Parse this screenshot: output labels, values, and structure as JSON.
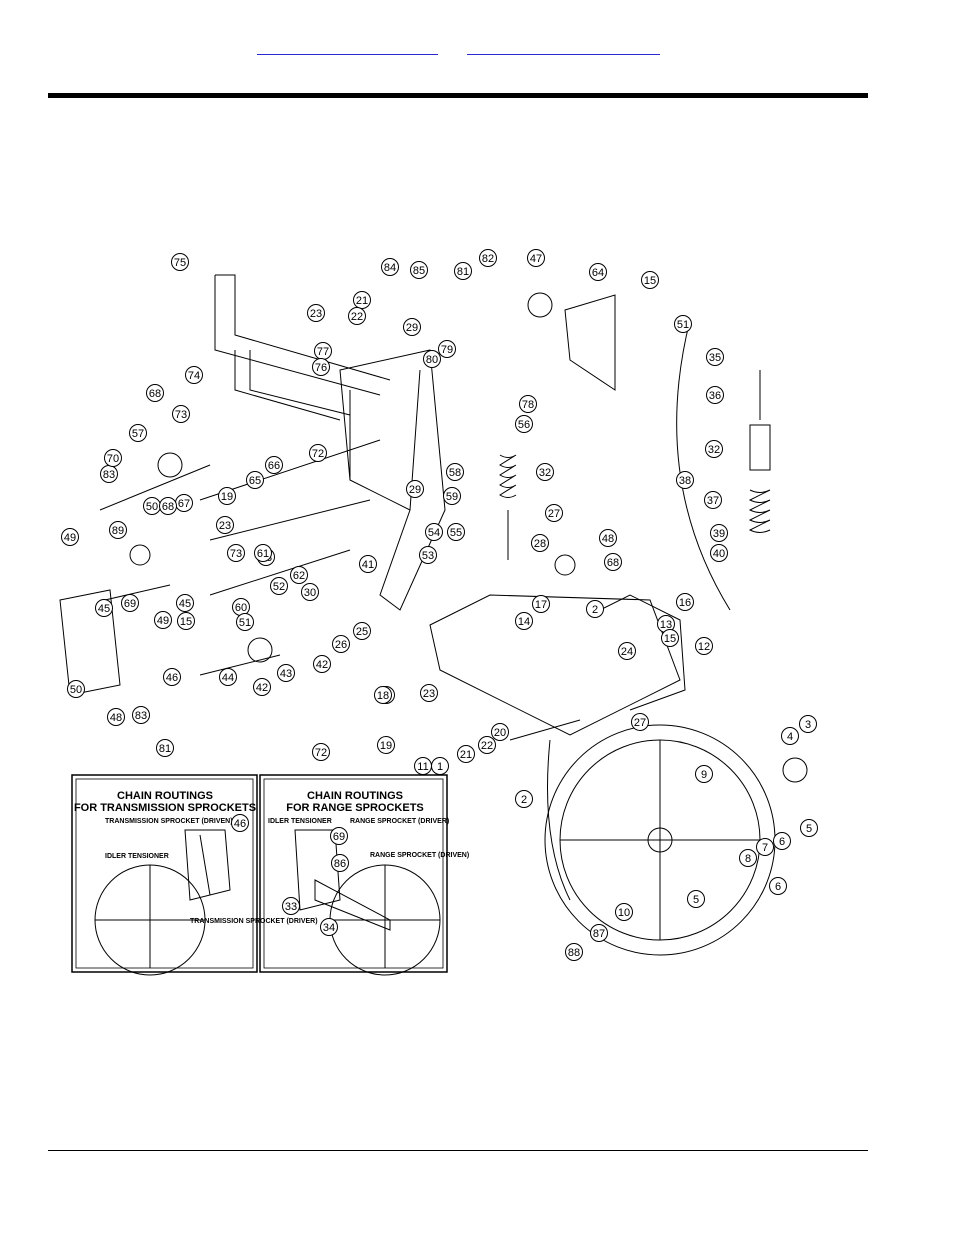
{
  "nav": {
    "link1": "",
    "link2": ""
  },
  "insets": {
    "transmission": {
      "title_line1": "CHAIN ROUTINGS",
      "title_line2": "FOR TRANSMISSION SPROCKETS",
      "label_driven": "TRANSMISSION SPROCKET (DRIVEN)",
      "label_idler": "IDLER TENSIONER",
      "label_driver": "TRANSMISSION SPROCKET (DRIVER)"
    },
    "range": {
      "title_line1": "CHAIN ROUTINGS",
      "title_line2": "FOR RANGE SPROCKETS",
      "label_idler": "IDLER TENSIONER",
      "label_driver": "RANGE SPROCKET (DRIVER)",
      "label_driven": "RANGE SPROCKET (DRIVEN)"
    }
  },
  "callouts": [
    "75",
    "84",
    "85",
    "82",
    "81",
    "47",
    "64",
    "15",
    "51",
    "21",
    "22",
    "23",
    "29",
    "77",
    "76",
    "80",
    "79",
    "74",
    "68",
    "73",
    "78",
    "56",
    "57",
    "83",
    "70",
    "50",
    "72",
    "66",
    "65",
    "19",
    "23",
    "67",
    "68",
    "58",
    "59",
    "32",
    "29",
    "54",
    "55",
    "49",
    "89",
    "69",
    "45",
    "63",
    "73",
    "61",
    "62",
    "60",
    "41",
    "53",
    "30",
    "27",
    "28",
    "86",
    "48",
    "68",
    "45",
    "49",
    "15",
    "52",
    "51",
    "50",
    "48",
    "83",
    "46",
    "44",
    "42",
    "43",
    "42",
    "26",
    "25",
    "17",
    "14",
    "2",
    "16",
    "13",
    "15",
    "12",
    "24",
    "27",
    "23",
    "18",
    "19",
    "20",
    "22",
    "21",
    "11",
    "1",
    "2",
    "3",
    "4",
    "5",
    "6",
    "7",
    "8",
    "9",
    "6",
    "5",
    "10",
    "87",
    "88",
    "81",
    "72",
    "46",
    "69",
    "86",
    "33",
    "34",
    "35",
    "36",
    "32",
    "37",
    "38",
    "39",
    "40"
  ]
}
